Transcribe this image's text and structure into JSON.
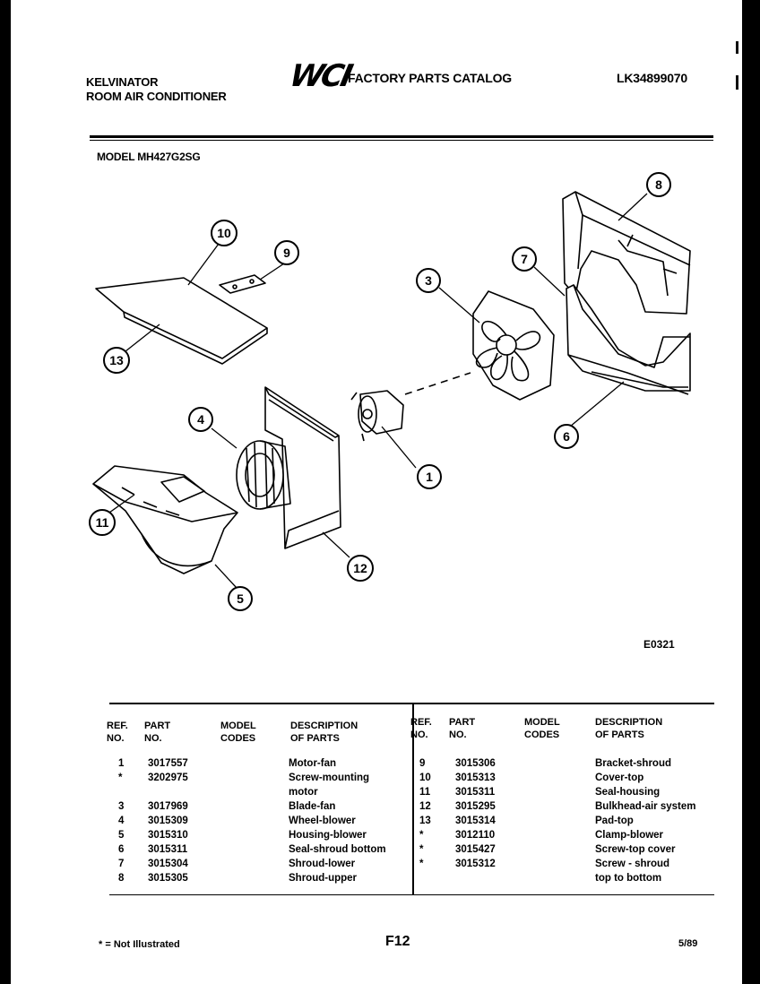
{
  "header": {
    "brand": "KELVINATOR",
    "product": "ROOM AIR CONDITIONER",
    "logo": "WCI",
    "catalog_title": "FACTORY PARTS CATALOG",
    "catalog_number": "LK34899070",
    "model": "MODEL MH427G2SG"
  },
  "diagram": {
    "callouts": [
      "1",
      "3",
      "4",
      "5",
      "6",
      "7",
      "8",
      "9",
      "10",
      "11",
      "12",
      "13"
    ],
    "figure_code": "E0321"
  },
  "table": {
    "headers": {
      "ref_no": [
        "REF.",
        "NO."
      ],
      "part_no": [
        "PART",
        "NO."
      ],
      "model_codes": [
        "MODEL",
        "CODES"
      ],
      "description": [
        "DESCRIPTION",
        "OF PARTS"
      ]
    },
    "left_rows": [
      {
        "ref": "1",
        "part": "3017557",
        "desc": "Motor-fan"
      },
      {
        "ref": "*",
        "part": "3202975",
        "desc": "Screw-mounting"
      },
      {
        "ref": "",
        "part": "",
        "desc": "motor"
      },
      {
        "ref": "3",
        "part": "3017969",
        "desc": "Blade-fan"
      },
      {
        "ref": "4",
        "part": "3015309",
        "desc": "Wheel-blower"
      },
      {
        "ref": "5",
        "part": "3015310",
        "desc": "Housing-blower"
      },
      {
        "ref": "6",
        "part": "3015311",
        "desc": "Seal-shroud bottom"
      },
      {
        "ref": "7",
        "part": "3015304",
        "desc": "Shroud-lower"
      },
      {
        "ref": "8",
        "part": "3015305",
        "desc": "Shroud-upper"
      }
    ],
    "right_rows": [
      {
        "ref": "9",
        "part": "3015306",
        "desc": "Bracket-shroud"
      },
      {
        "ref": "10",
        "part": "3015313",
        "desc": "Cover-top"
      },
      {
        "ref": "11",
        "part": "3015311",
        "desc": "Seal-housing"
      },
      {
        "ref": "12",
        "part": "3015295",
        "desc": "Bulkhead-air system"
      },
      {
        "ref": "13",
        "part": "3015314",
        "desc": "Pad-top"
      },
      {
        "ref": "*",
        "part": "3012110",
        "desc": "Clamp-blower"
      },
      {
        "ref": "*",
        "part": "3015427",
        "desc": "Screw-top cover"
      },
      {
        "ref": "*",
        "part": "3015312",
        "desc": "Screw - shroud"
      },
      {
        "ref": "",
        "part": "",
        "desc": "top to bottom"
      }
    ]
  },
  "footer": {
    "note": "* = Not Illustrated",
    "page": "F12",
    "date": "5/89"
  }
}
